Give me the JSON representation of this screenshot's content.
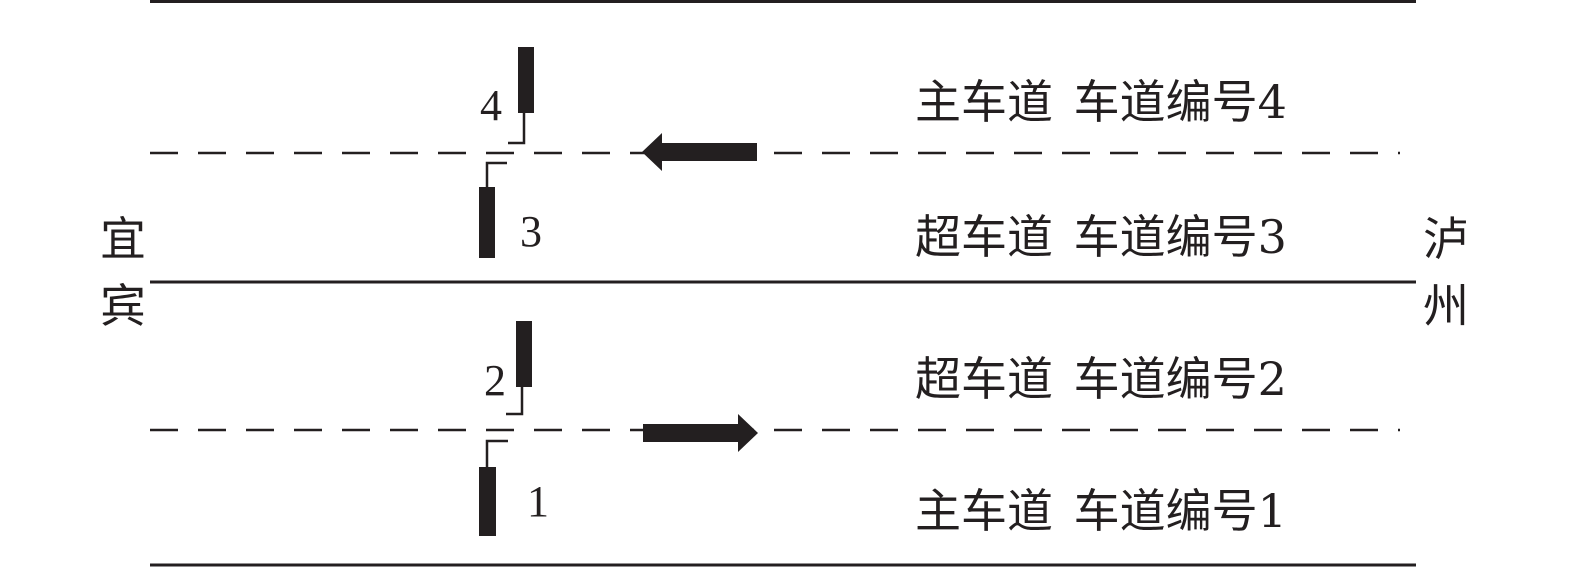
{
  "places": {
    "west": [
      "宜",
      "宾"
    ],
    "east": [
      "泸",
      "州"
    ]
  },
  "lanes": [
    {
      "type": "主车道",
      "number_text": "车道编号4"
    },
    {
      "type": "超车道",
      "number_text": "车道编号3"
    },
    {
      "type": "超车道",
      "number_text": "车道编号2"
    },
    {
      "type": "主车道",
      "number_text": "车道编号1"
    }
  ],
  "sensors": [
    "4",
    "3",
    "2",
    "1"
  ],
  "colors": {
    "ink": "#231f20",
    "background": "#ffffff"
  },
  "arrows": {
    "upper": "left",
    "lower": "right"
  }
}
